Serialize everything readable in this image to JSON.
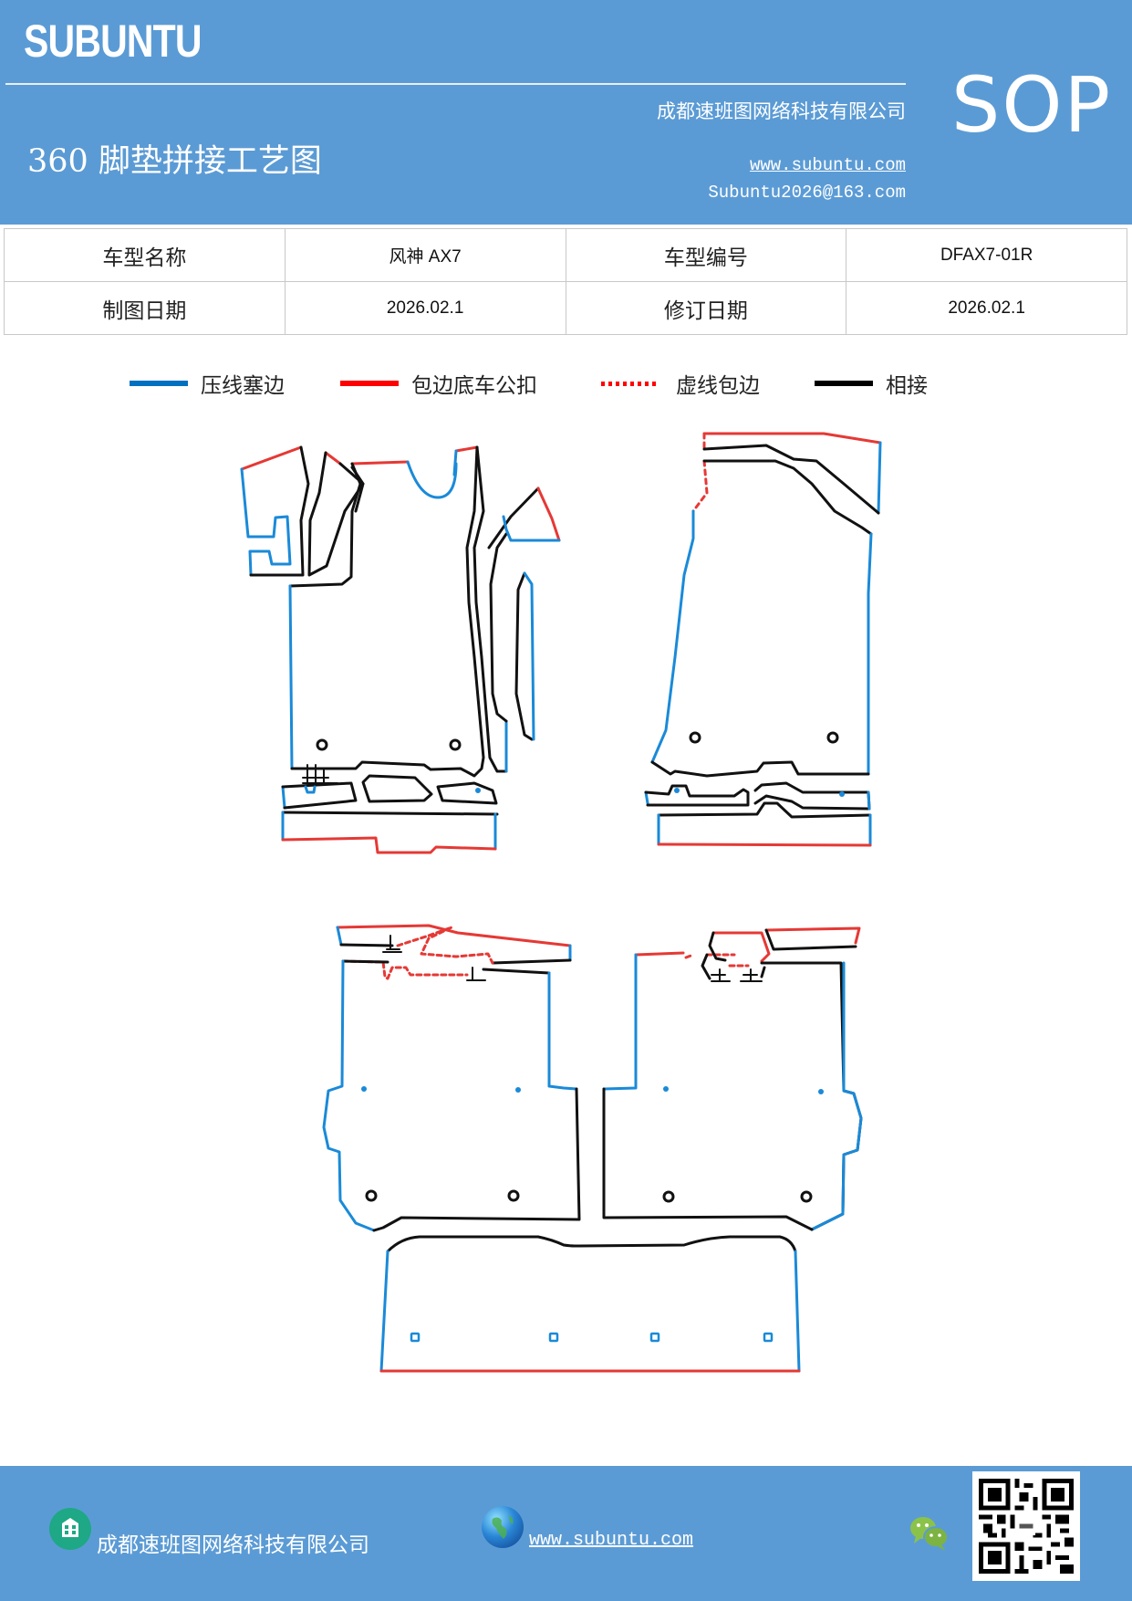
{
  "header": {
    "brand": "SUBUNTU",
    "title": "360 脚垫拼接工艺图",
    "company": "成都速班图网络科技有限公司",
    "website": "www.subuntu.com",
    "email": "Subuntu2026@163.com",
    "doc_type": "SOP",
    "background_color": "#5b9bd5"
  },
  "info_table": {
    "rows": [
      {
        "label1": "车型名称",
        "value1": "风神 AX7",
        "label2": "车型编号",
        "value2": "DFAX7-01R"
      },
      {
        "label1": "制图日期",
        "value1": "2026.02.1",
        "label2": "修订日期",
        "value2": "2026.02.1"
      }
    ]
  },
  "legend": {
    "items": [
      {
        "label": "压线塞边",
        "color": "#0070c0",
        "style": "solid"
      },
      {
        "label": "包边底车公扣",
        "color": "#ff0000",
        "style": "solid"
      },
      {
        "label": "虚线包边",
        "color": "#ff0000",
        "style": "dotted"
      },
      {
        "label": "相接",
        "color": "#000000",
        "style": "solid"
      }
    ]
  },
  "diagram": {
    "pieces": [
      "front-left-mat",
      "front-right-mat",
      "rear-left-mat",
      "rear-right-mat",
      "rear-bench-mat"
    ],
    "line_colors": {
      "blue": "#1a8ad8",
      "red": "#e53935",
      "black": "#111111"
    }
  },
  "footer": {
    "company": "成都速班图网络科技有限公司",
    "website": "www.subuntu.com",
    "icons": [
      "building-icon",
      "globe-icon",
      "wechat-icon",
      "qr-code"
    ]
  }
}
